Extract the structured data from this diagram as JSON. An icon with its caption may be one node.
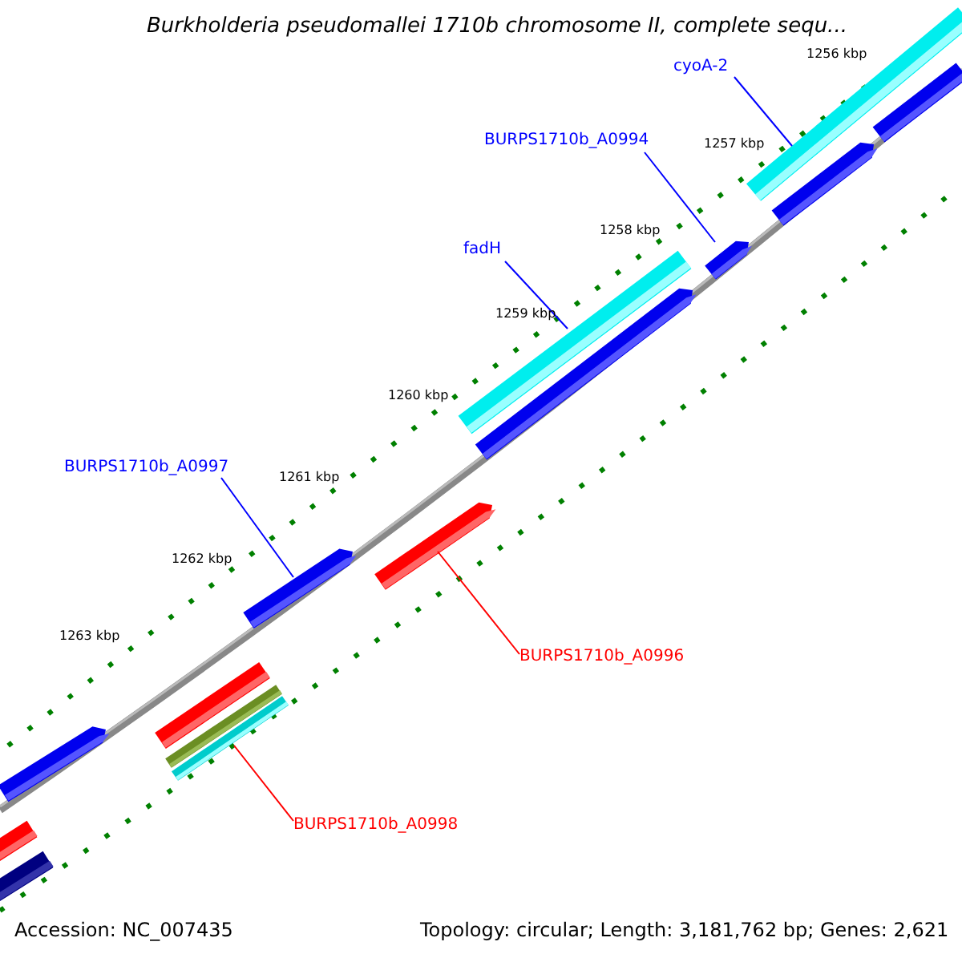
{
  "diagram": {
    "title": "Burkholderia pseudomallei 1710b chromosome II, complete sequ...",
    "nodes": [
      {
        "text": [
          "cyoA-2"
        ]
      },
      {
        "text": [],
        "shape": "bar"
      },
      {
        "text": [
          "BURPS1710b_A0994"
        ]
      },
      {
        "text": [],
        "shape": "bar"
      },
      {
        "text": [
          "fadH"
        ]
      },
      {
        "text": [],
        "shape": "bar"
      },
      {
        "text": [
          "BURPS1710b_A0997"
        ]
      },
      {
        "text": [],
        "shape": "bar"
      },
      {
        "text": [
          "BURPS1710b_A0996"
        ]
      },
      {
        "text": [],
        "shape": "bar"
      },
      {
        "text": [
          "BURPS1710b_A0998"
        ]
      },
      {
        "text": [],
        "shape": "bar"
      },
      {
        "text": [],
        "shape": "bar"
      },
      {
        "text": [],
        "shape": "bar"
      },
      {
        "text": [],
        "shape": "bar"
      },
      {
        "text": [],
        "shape": "bar"
      },
      {
        "text": [],
        "shape": "bar"
      },
      {
        "text": [],
        "shape": "bar"
      },
      {
        "text": [],
        "shape": "bar"
      }
    ],
    "edges": [
      {
        "from": 0,
        "to": 1,
        "arrow": "none"
      },
      {
        "from": 2,
        "to": 3,
        "arrow": "none"
      },
      {
        "from": 4,
        "to": 5,
        "arrow": "none"
      },
      {
        "from": 6,
        "to": 7,
        "arrow": "none"
      },
      {
        "from": 8,
        "to": 9,
        "arrow": "none",
        "color": "#ff0000"
      },
      {
        "from": 10,
        "to": 11,
        "arrow": "none",
        "color": "#ff0000"
      }
    ],
    "labels": [
      "1256 kbp",
      "1257 kbp",
      "1258 kbp",
      "1259 kbp",
      "1260 kbp",
      "1261 kbp",
      "1262 kbp",
      "1263 kbp",
      "Accession: NC_007435",
      "Topology: circular; Length: 3,181,762 bp; Genes: 2,621"
    ]
  }
}
